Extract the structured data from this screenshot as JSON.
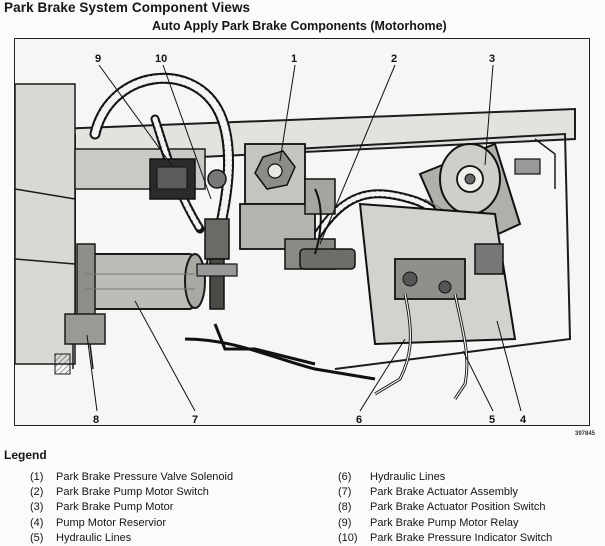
{
  "header": {
    "title": "Park Brake System Component Views",
    "subtitle": "Auto Apply Park Brake Components (Motorhome)"
  },
  "figure": {
    "id": "397845",
    "callouts": [
      "9",
      "10",
      "1",
      "2",
      "3",
      "8",
      "7",
      "6",
      "5",
      "4"
    ]
  },
  "legend": {
    "title": "Legend",
    "left": [
      {
        "num": "(1)",
        "text": "Park Brake Pressure Valve Solenoid"
      },
      {
        "num": "(2)",
        "text": "Park Brake Pump Motor Switch"
      },
      {
        "num": "(3)",
        "text": "Park Brake Pump Motor"
      },
      {
        "num": "(4)",
        "text": "Pump Motor Reservior"
      },
      {
        "num": "(5)",
        "text": "Hydraulic Lines"
      }
    ],
    "right": [
      {
        "num": "(6)",
        "text": "Hydraulic Lines"
      },
      {
        "num": "(7)",
        "text": "Park Brake Actuator Assembly"
      },
      {
        "num": "(8)",
        "text": "Park Brake Actuator Position Switch"
      },
      {
        "num": "(9)",
        "text": "Park Brake Pump Motor Relay"
      },
      {
        "num": "(10)",
        "text": "Park Brake Pressure Indicator Switch"
      }
    ]
  }
}
